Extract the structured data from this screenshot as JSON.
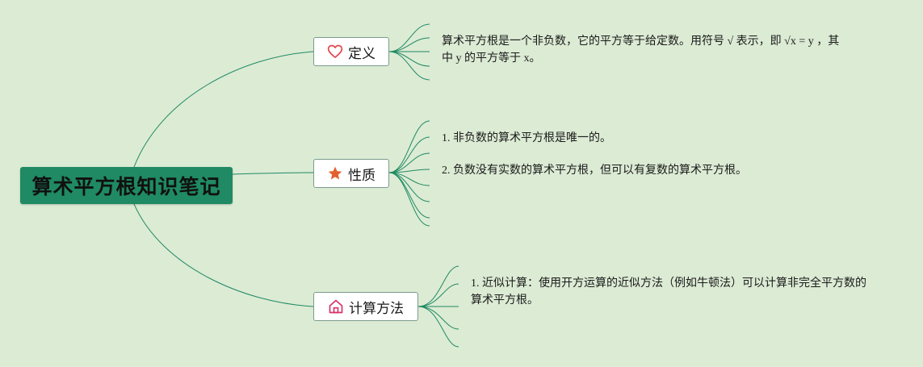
{
  "root": {
    "title": "算术平方根知识笔记"
  },
  "branches": [
    {
      "label": "定义",
      "icon": "heart-icon",
      "icon_color": "#e0474c",
      "notes": [
        "算术平方根是一个非负数，它的平方等于给定数。用符号 √ 表示，即 √x = y ，其中 y 的平方等于 x。"
      ]
    },
    {
      "label": "性质",
      "icon": "star-icon",
      "icon_color": "#e2612f",
      "notes": [
        "1. 非负数的算术平方根是唯一的。",
        "2. 负数没有实数的算术平方根，但可以有复数的算术平方根。"
      ]
    },
    {
      "label": "计算方法",
      "icon": "home-icon",
      "icon_color": "#d6336c",
      "notes": [
        "1. 近似计算：使用开方运算的近似方法（例如牛顿法）可以计算非完全平方数的算术平方根。"
      ]
    }
  ],
  "colors": {
    "background": "#dcebd4",
    "root_fill": "#1f8a64",
    "connector": "#1f8a64"
  }
}
